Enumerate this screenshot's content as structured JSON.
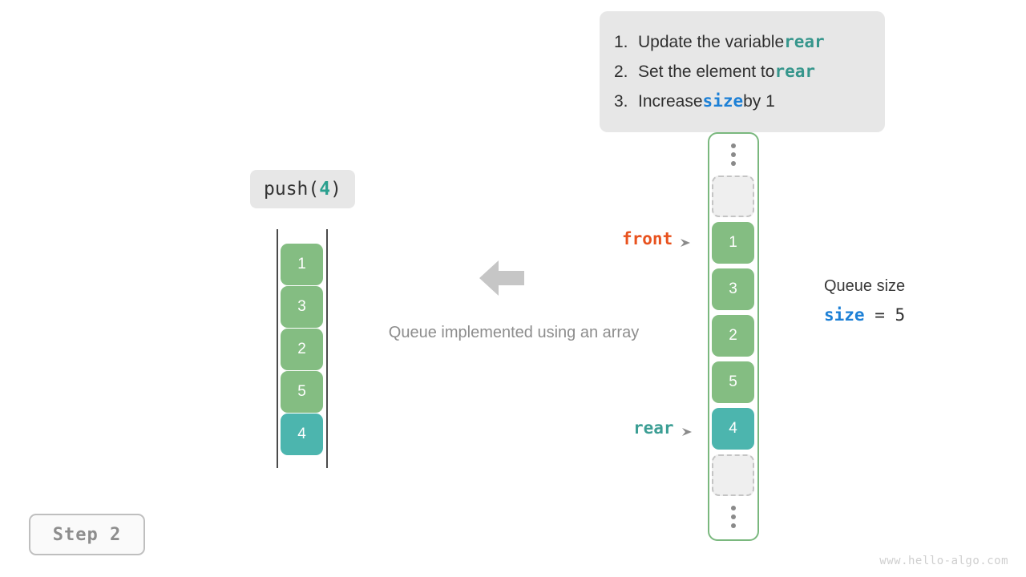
{
  "instructions": {
    "steps": [
      {
        "num": "1.",
        "pre": "Update the variable ",
        "code": "rear",
        "code_color": "teal",
        "post": ""
      },
      {
        "num": "2.",
        "pre": "Set the element to ",
        "code": "rear",
        "code_color": "teal",
        "post": ""
      },
      {
        "num": "3.",
        "pre": "Increase ",
        "code": "size",
        "code_color": "blue",
        "post": " by 1"
      }
    ]
  },
  "operation": {
    "label_prefix": "push(",
    "label_arg": "4",
    "label_suffix": ")"
  },
  "left_array": {
    "cells": [
      {
        "value": "1",
        "state": "green"
      },
      {
        "value": "3",
        "state": "green"
      },
      {
        "value": "2",
        "state": "green"
      },
      {
        "value": "5",
        "state": "green"
      },
      {
        "value": "4",
        "state": "teal"
      }
    ]
  },
  "caption": "Queue implemented using an array",
  "right_array": {
    "top_ellipsis": "vertical-ellipsis",
    "bottom_ellipsis": "vertical-ellipsis",
    "cells": [
      {
        "value": "",
        "state": "empty"
      },
      {
        "value": "1",
        "state": "green"
      },
      {
        "value": "3",
        "state": "green"
      },
      {
        "value": "2",
        "state": "green"
      },
      {
        "value": "5",
        "state": "green"
      },
      {
        "value": "4",
        "state": "teal"
      },
      {
        "value": "",
        "state": "empty"
      }
    ]
  },
  "pointers": {
    "front": {
      "label": "front",
      "color": "#e8521e"
    },
    "rear": {
      "label": "rear",
      "color": "#3b9e94"
    }
  },
  "size_readout": {
    "title": "Queue size",
    "var": "size",
    "operator": "=",
    "value": "5"
  },
  "step_badge": "Step 2",
  "watermark": "www.hello-algo.com",
  "colors": {
    "green": "#84bd82",
    "teal": "#4cb5ae",
    "empty_fill": "#efefef",
    "empty_border": "#c4c4c4",
    "panel_bg": "#e7e7e7",
    "front": "#e8521e",
    "rear": "#3b9e94",
    "size_blue": "#1d80d6",
    "container_border": "#7ab87e",
    "arrow_gray": "#c6c6c6"
  }
}
